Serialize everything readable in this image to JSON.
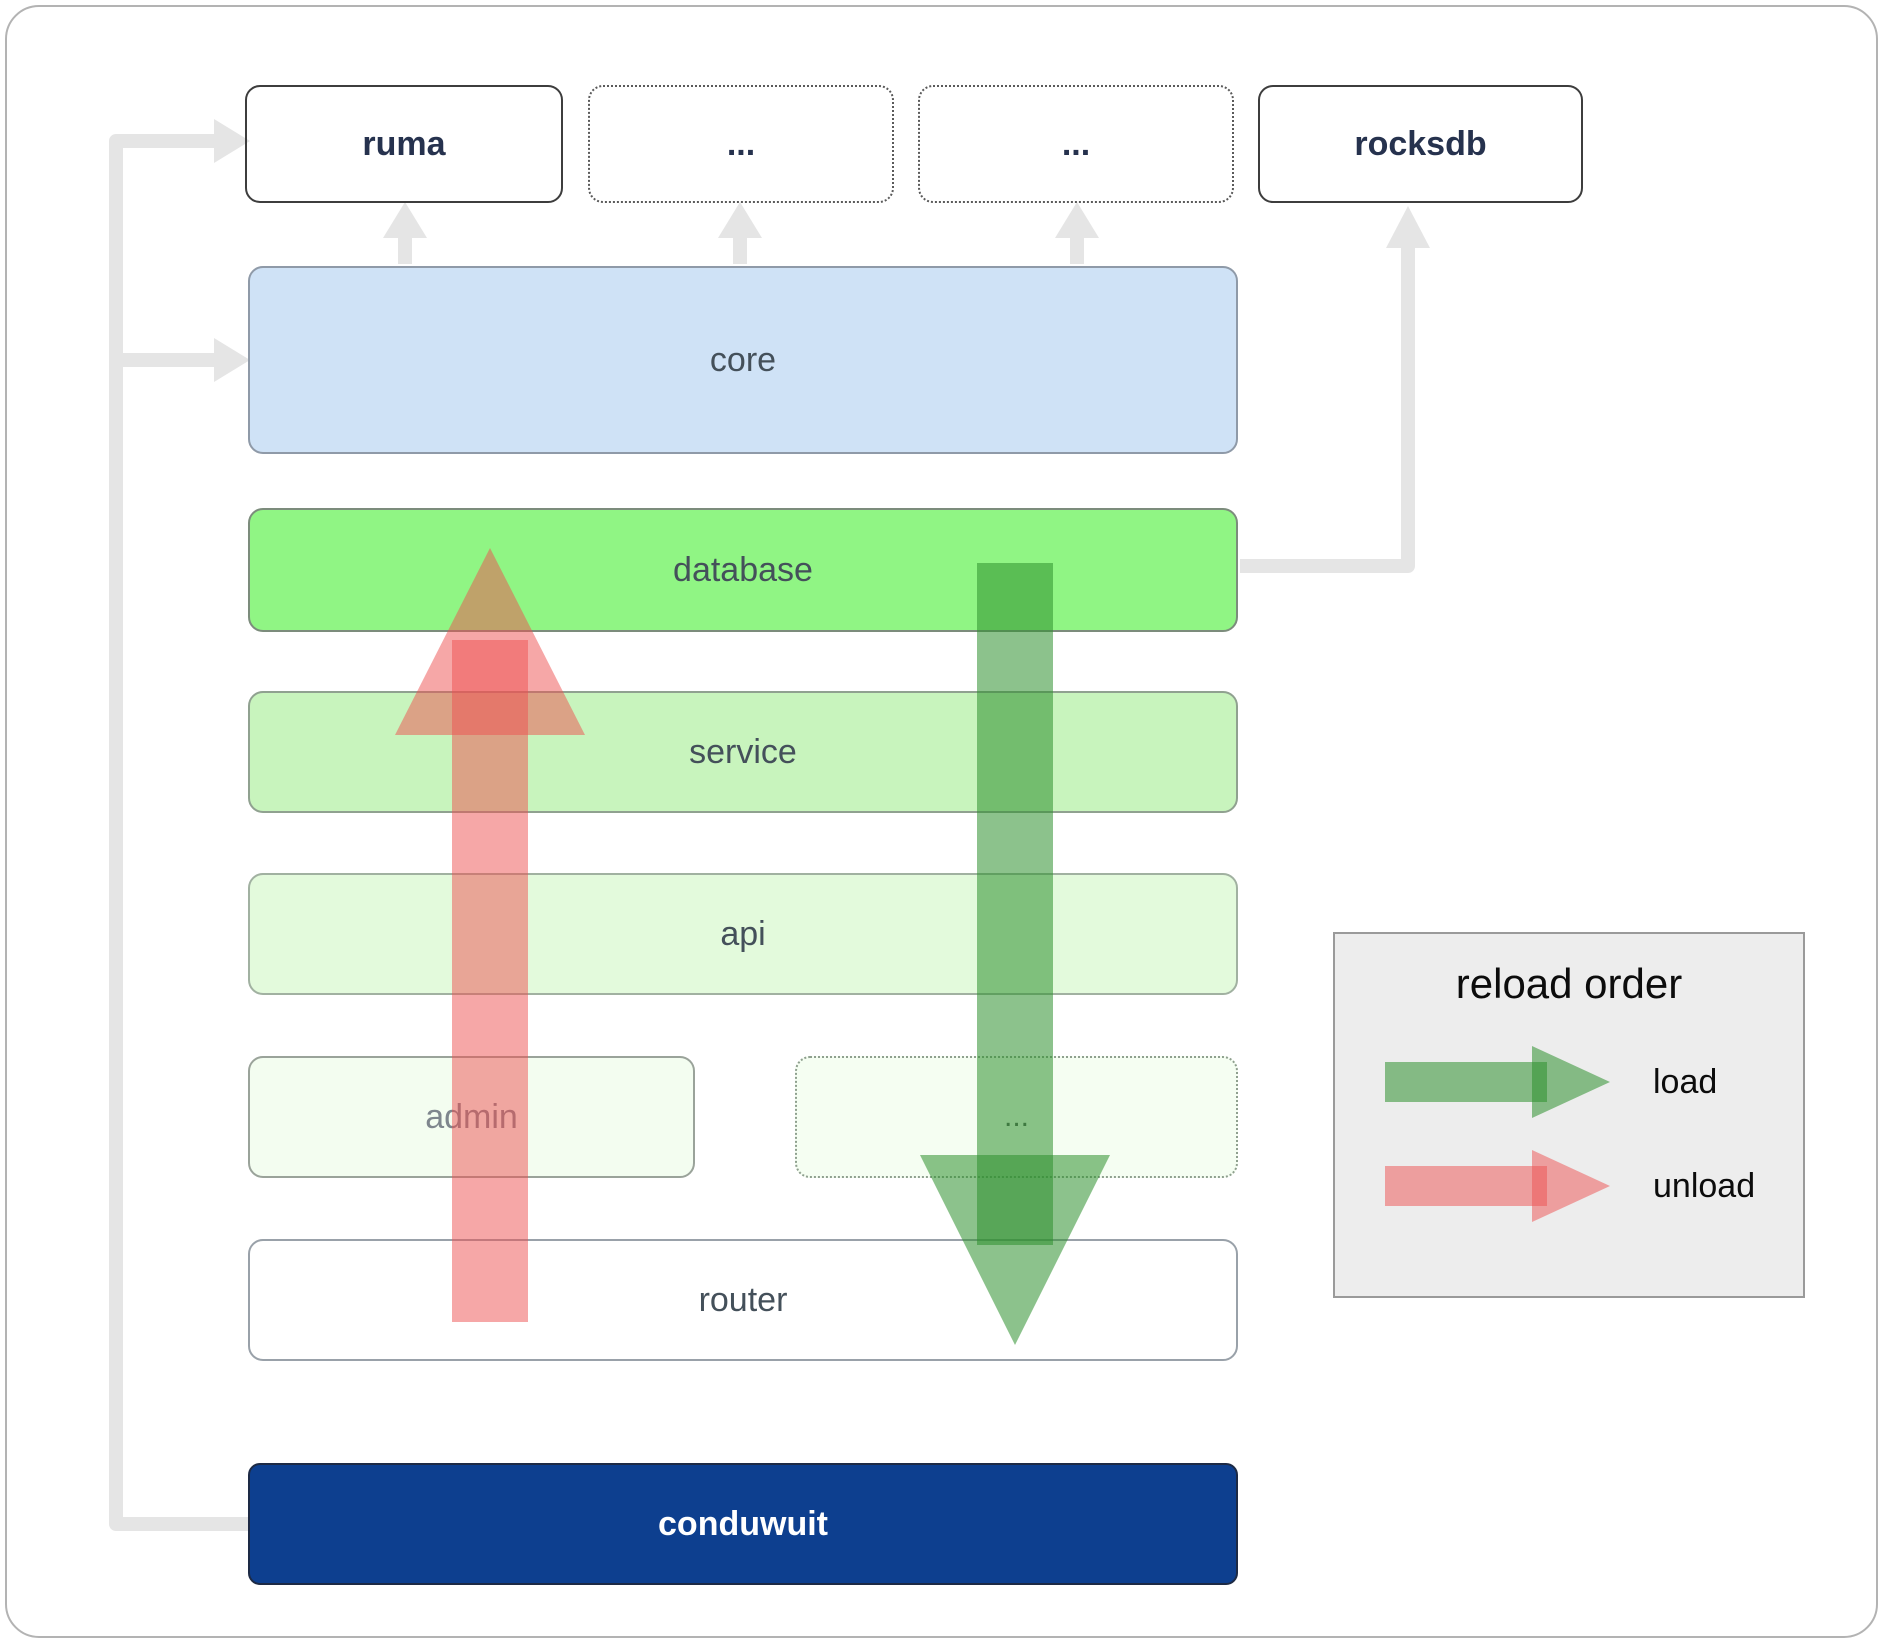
{
  "boxes": {
    "ruma": {
      "label": "ruma"
    },
    "ellipsis1": {
      "label": "..."
    },
    "ellipsis2": {
      "label": "..."
    },
    "rocksdb": {
      "label": "rocksdb"
    },
    "core": {
      "label": "core"
    },
    "database": {
      "label": "database"
    },
    "service": {
      "label": "service"
    },
    "api": {
      "label": "api"
    },
    "admin": {
      "label": "admin"
    },
    "ellipsis3": {
      "label": "..."
    },
    "router": {
      "label": "router"
    },
    "conduwuit": {
      "label": "conduwuit"
    }
  },
  "legend": {
    "title": "reload order",
    "load_label": "load",
    "unload_label": "unload"
  },
  "colors": {
    "peach_fill": "#fce3d0",
    "core_fill": "#cfe2f6",
    "database_fill": "#90f584",
    "service_fill": "#c8f4bd",
    "api_fill": "#e3fadc",
    "admin_fill": "#f3fdf0",
    "ellipsis3_fill": "#f5fef2",
    "router_fill": "#ffffff",
    "conduwuit_fill": "#0d3f8f",
    "legend_bg": "#ededed",
    "connector_gray": "#e5e5e5",
    "load_green": "#2d8f2d",
    "unload_red": "#ee5050"
  }
}
